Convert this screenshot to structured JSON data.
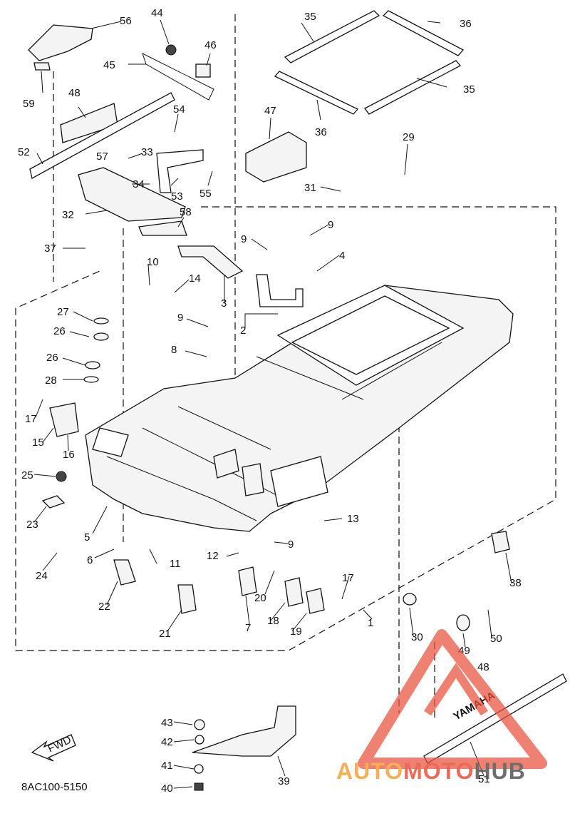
{
  "diagram": {
    "catalog_code": "8AC100-5150",
    "fwd_label": "FWD",
    "decal_text": "YAMAHA",
    "watermark": {
      "part1": "AUTO",
      "part2": "MOTO",
      "part3": "HUB",
      "color_red": "#e8513c",
      "color_orange": "#f4a23a",
      "color_gray": "#555555"
    },
    "callouts": [
      "1",
      "2",
      "3",
      "4",
      "5",
      "6",
      "7",
      "8",
      "9",
      "9",
      "9",
      "9",
      "10",
      "11",
      "12",
      "13",
      "14",
      "15",
      "16",
      "17",
      "17",
      "18",
      "19",
      "20",
      "21",
      "22",
      "23",
      "24",
      "25",
      "26",
      "26",
      "27",
      "28",
      "29",
      "30",
      "31",
      "32",
      "33",
      "34",
      "35",
      "35",
      "36",
      "36",
      "37",
      "38",
      "39",
      "40",
      "41",
      "42",
      "43",
      "44",
      "45",
      "46",
      "47",
      "48",
      "48",
      "49",
      "50",
      "51",
      "52",
      "53",
      "54",
      "55",
      "56",
      "57",
      "58",
      "59"
    ]
  }
}
